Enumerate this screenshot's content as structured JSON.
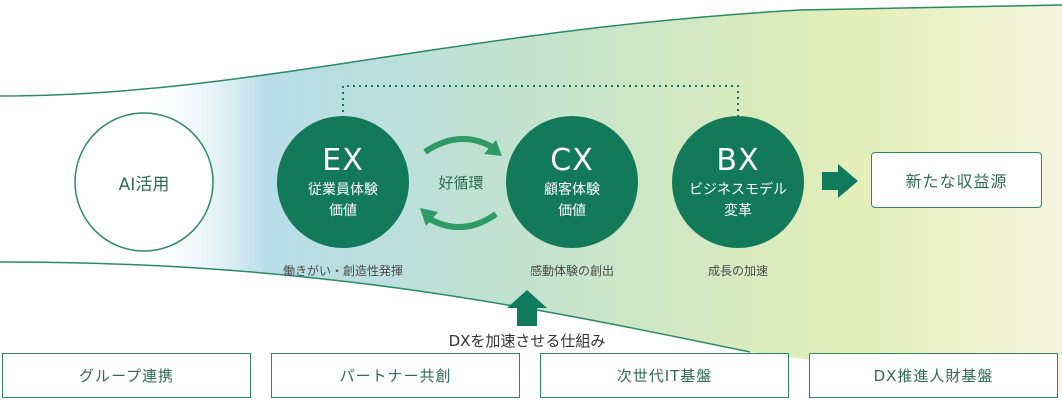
{
  "ai": {
    "label": "AI活用"
  },
  "ex": {
    "title": "EX",
    "sub1": "従業員体験",
    "sub2": "価値",
    "caption": "働きがい・創造性発揮"
  },
  "cx": {
    "title": "CX",
    "sub1": "顧客体験",
    "sub2": "価値",
    "caption": "感動体験の創出"
  },
  "bx": {
    "title": "BX",
    "sub1": "ビジネスモデル",
    "sub2": "変革",
    "caption": "成長の加速"
  },
  "cycle": {
    "label": "好循環"
  },
  "result": {
    "label": "新たな収益源"
  },
  "foundation": {
    "label": "DXを加速させる仕組み",
    "items": [
      "グループ連携",
      "パートナー共創",
      "次世代IT基盤",
      "DX推進人財基盤"
    ]
  },
  "colors": {
    "circle": "#137a59",
    "accent": "#2b8a63",
    "arrow": "#0f7a5c"
  }
}
